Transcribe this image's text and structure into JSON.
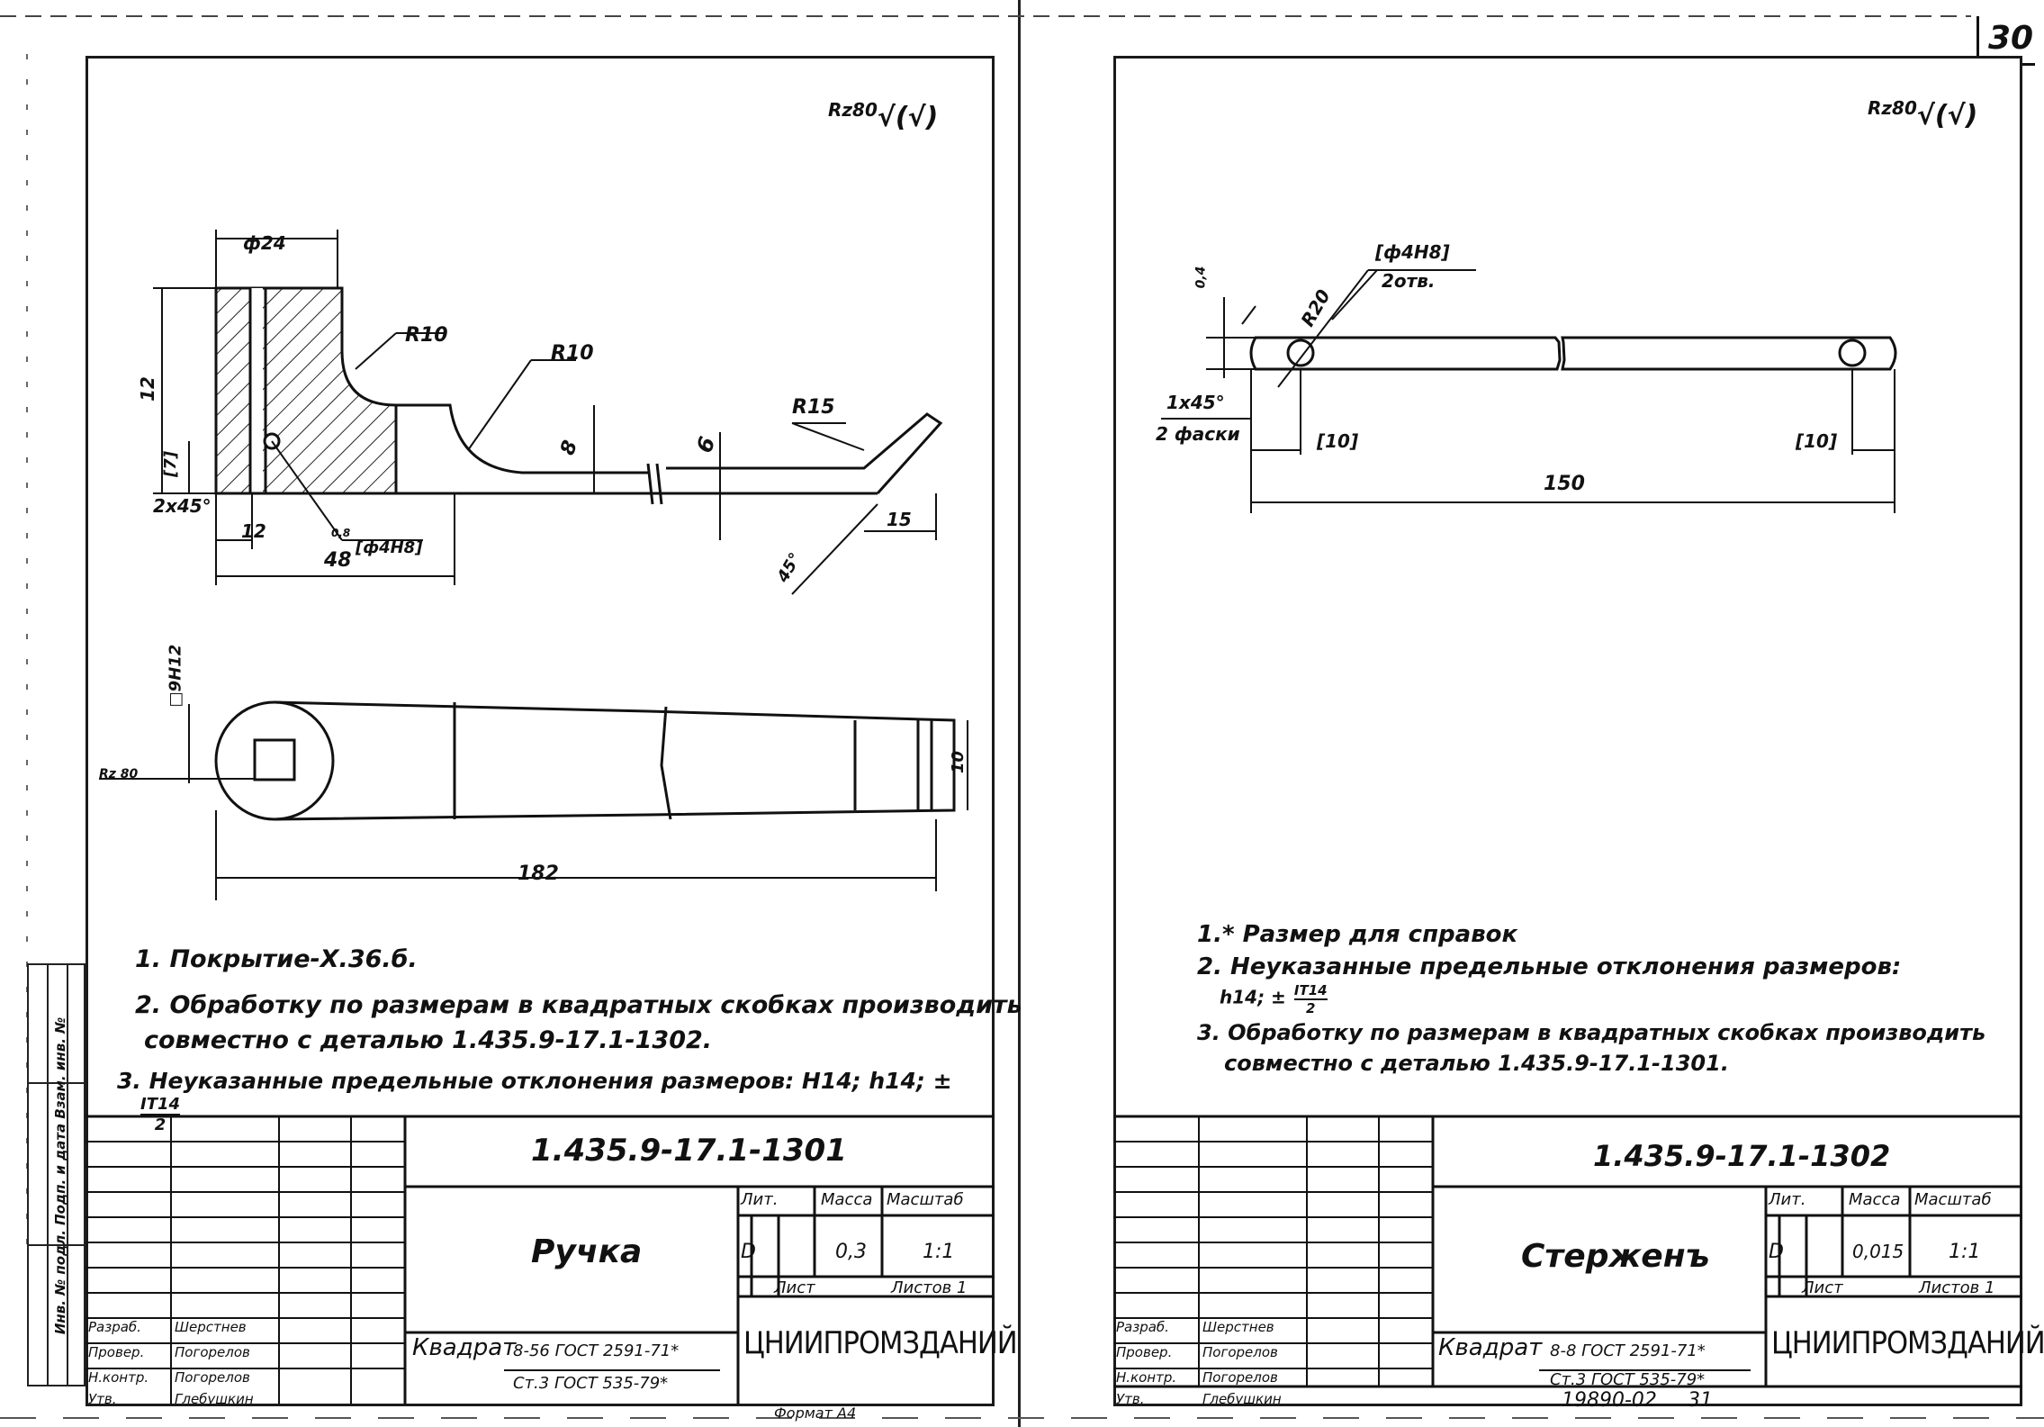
{
  "page_number": "30",
  "left_sheet": {
    "roughness": "Rz80",
    "roughness_suffix": "(√)",
    "dims": {
      "phi24": "ф24",
      "r10a": "R10",
      "r10b": "R10",
      "r15": "R15",
      "h12": "12",
      "h7": "[7]",
      "h8": "8",
      "h6": "6",
      "chamfer": "2x45°",
      "w12": "12",
      "w48": "48",
      "hole": "[ф4H8]",
      "small": "0,8",
      "ang45": "45°",
      "l15": "15",
      "sq": "□9H12",
      "rz80b": "Rz 80",
      "h10": "10",
      "l182": "182"
    },
    "notes": [
      "1. Покрытие-Х.36.б.",
      "2. Обработку по размерам в квадратных скобках производить",
      "совместно с деталью 1.435.9-17.1-1302.",
      "3. Неуказанные предельные отклонения размеров: Н14; h14; ±",
      "IT14",
      "2"
    ],
    "title_block": {
      "doc_number": "1.435.9-17.1-1301",
      "part_name": "Ручка",
      "lit_label": "Лит.",
      "mass_label": "Масса",
      "scale_label": "Масштаб",
      "lit_value": "D",
      "mass_value": "0,3",
      "scale_value": "1:1",
      "sheet_label": "Лист",
      "sheets_label": "Листов 1",
      "material_label": "Квадрат",
      "material_top": "8-56 ГОСТ 2591-71*",
      "material_bottom": "Ст.3 ГОСТ 535-79*",
      "org": "ЦНИИПРОМЗДАНИЙ",
      "roles": [
        "Разраб.",
        "Провер.",
        "Н.контр.",
        "Утв."
      ],
      "names": [
        "Шерстнев",
        "Погорелов",
        "Погорелов",
        "Глебушкин"
      ],
      "stamp_vertical": "Инв. № подл.  Подп. и дата  Взам. инв. №",
      "format": "Формат А4"
    }
  },
  "right_sheet": {
    "roughness": "Rz80",
    "roughness_suffix": "(√)",
    "dims": {
      "hole": "[ф4H8]",
      "holes_count": "2отв.",
      "r20": "R20",
      "small": "0,4",
      "chamfer": "1x45°",
      "chamfer2": "2 фаски",
      "l10a": "[10]",
      "l10b": "[10]",
      "l150": "150"
    },
    "notes": [
      "1.* Размер для справок",
      "2. Неуказанные предельные отклонения размеров:",
      "h14; ±",
      "IT14",
      "2",
      "3. Обработку по размерам в квадратных скобках производить",
      "совместно с деталью 1.435.9-17.1-1301."
    ],
    "title_block": {
      "doc_number": "1.435.9-17.1-1302",
      "part_name": "Стерженъ",
      "lit_label": "Лит.",
      "mass_label": "Масса",
      "scale_label": "Масштаб",
      "lit_value": "D",
      "mass_value": "0,015",
      "scale_value": "1:1",
      "sheet_label": "Лист",
      "sheets_label": "Листов 1",
      "material_label": "Квадрат",
      "material_top": "8-8 ГОСТ 2591-71*",
      "material_bottom": "Ст.3 ГОСТ 535-79*",
      "org": "ЦНИИПРОМЗДАНИЙ",
      "roles": [
        "Разраб.",
        "Провер.",
        "Н.контр.",
        "Утв."
      ],
      "names": [
        "Шерстнев",
        "Погорелов",
        "Погорелов",
        "Глебушкин"
      ],
      "footer_code": "19890-02",
      "footer_sheet": "31"
    }
  }
}
